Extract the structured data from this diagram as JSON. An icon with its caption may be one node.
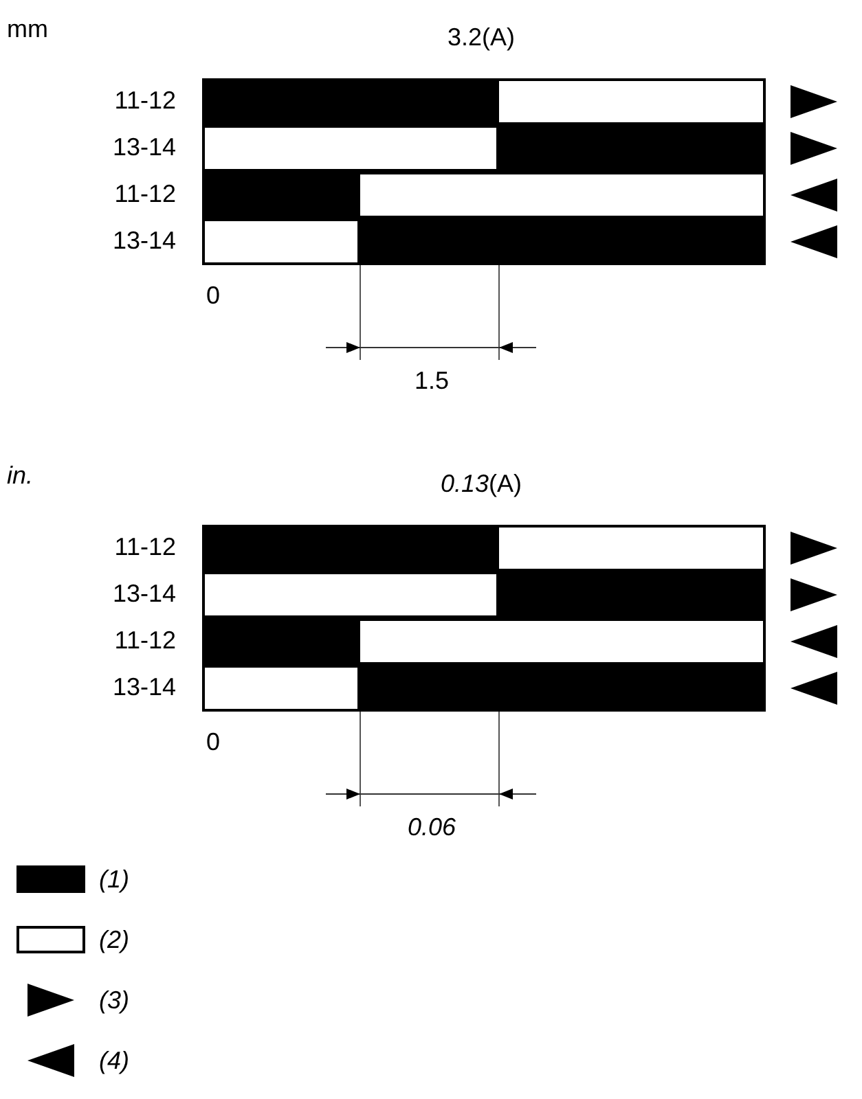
{
  "diagram": {
    "labels": [
      "mm",
      "3.2(A)",
      "11-12",
      "13-14",
      "11-12",
      "13-14",
      "0",
      "1.5",
      "in.",
      "*0.13*(A)",
      "11-12",
      "13-14",
      "11-12",
      "13-14",
      "0",
      "0.06"
    ],
    "legend": [
      {
        "text": "(1)",
        "color": "#000000"
      },
      {
        "text": "(2)",
        "color": "#ffffff"
      },
      {
        "text": "(3)"
      },
      {
        "text": "(4)"
      }
    ]
  }
}
